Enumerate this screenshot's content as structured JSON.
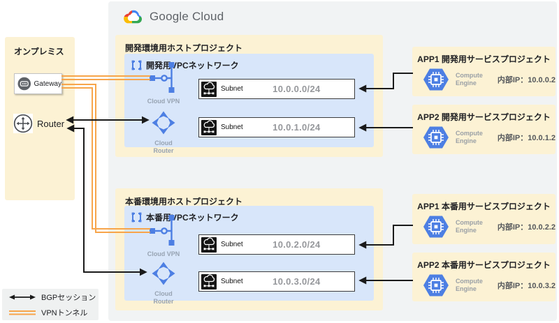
{
  "logo": {
    "text": "Google Cloud"
  },
  "onprem": {
    "title": "オンプレミス",
    "gateway_label": "Gateway",
    "router_label": "Router"
  },
  "dev_host": {
    "title": "開発環境用ホストプロジェクト",
    "vpc_title": "開発用VPCネットワーク",
    "vpn_label": "Cloud VPN",
    "router_label": "Cloud Router",
    "subnets": [
      {
        "label": "Subnet",
        "cidr": "10.0.0.0/24"
      },
      {
        "label": "Subnet",
        "cidr": "10.0.1.0/24"
      }
    ]
  },
  "prod_host": {
    "title": "本番環境用ホストプロジェクト",
    "vpc_title": "本番用VPCネットワーク",
    "vpn_label": "Cloud VPN",
    "router_label": "Cloud Router",
    "subnets": [
      {
        "label": "Subnet",
        "cidr": "10.0.2.0/24"
      },
      {
        "label": "Subnet",
        "cidr": "10.0.3.0/24"
      }
    ]
  },
  "service_projects": [
    {
      "title": "APP1 開発用サービスプロジェクト",
      "engine_label": "Compute Engine",
      "ip_label": "内部IP：10.0.0.2"
    },
    {
      "title": "APP2 開発用サービスプロジェクト",
      "engine_label": "Compute Engine",
      "ip_label": "内部IP：10.0.1.2"
    },
    {
      "title": "APP1 本番用サービスプロジェクト",
      "engine_label": "Compute Engine",
      "ip_label": "内部IP：10.0.2.2"
    },
    {
      "title": "APP2 本番用サービスプロジェクト",
      "engine_label": "Compute Engine",
      "ip_label": "内部IP：10.0.3.2"
    }
  ],
  "legend": {
    "bgp_label": "BGPセッション",
    "vpn_label": "VPNトンネル"
  },
  "colors": {
    "accent_blue": "#4d7fe3",
    "tunnel_orange": "#f7a54b",
    "host_bg": "#fcf2d4",
    "vpc_bg": "#d8e6fa",
    "frame_bg": "#f1f3f4"
  }
}
